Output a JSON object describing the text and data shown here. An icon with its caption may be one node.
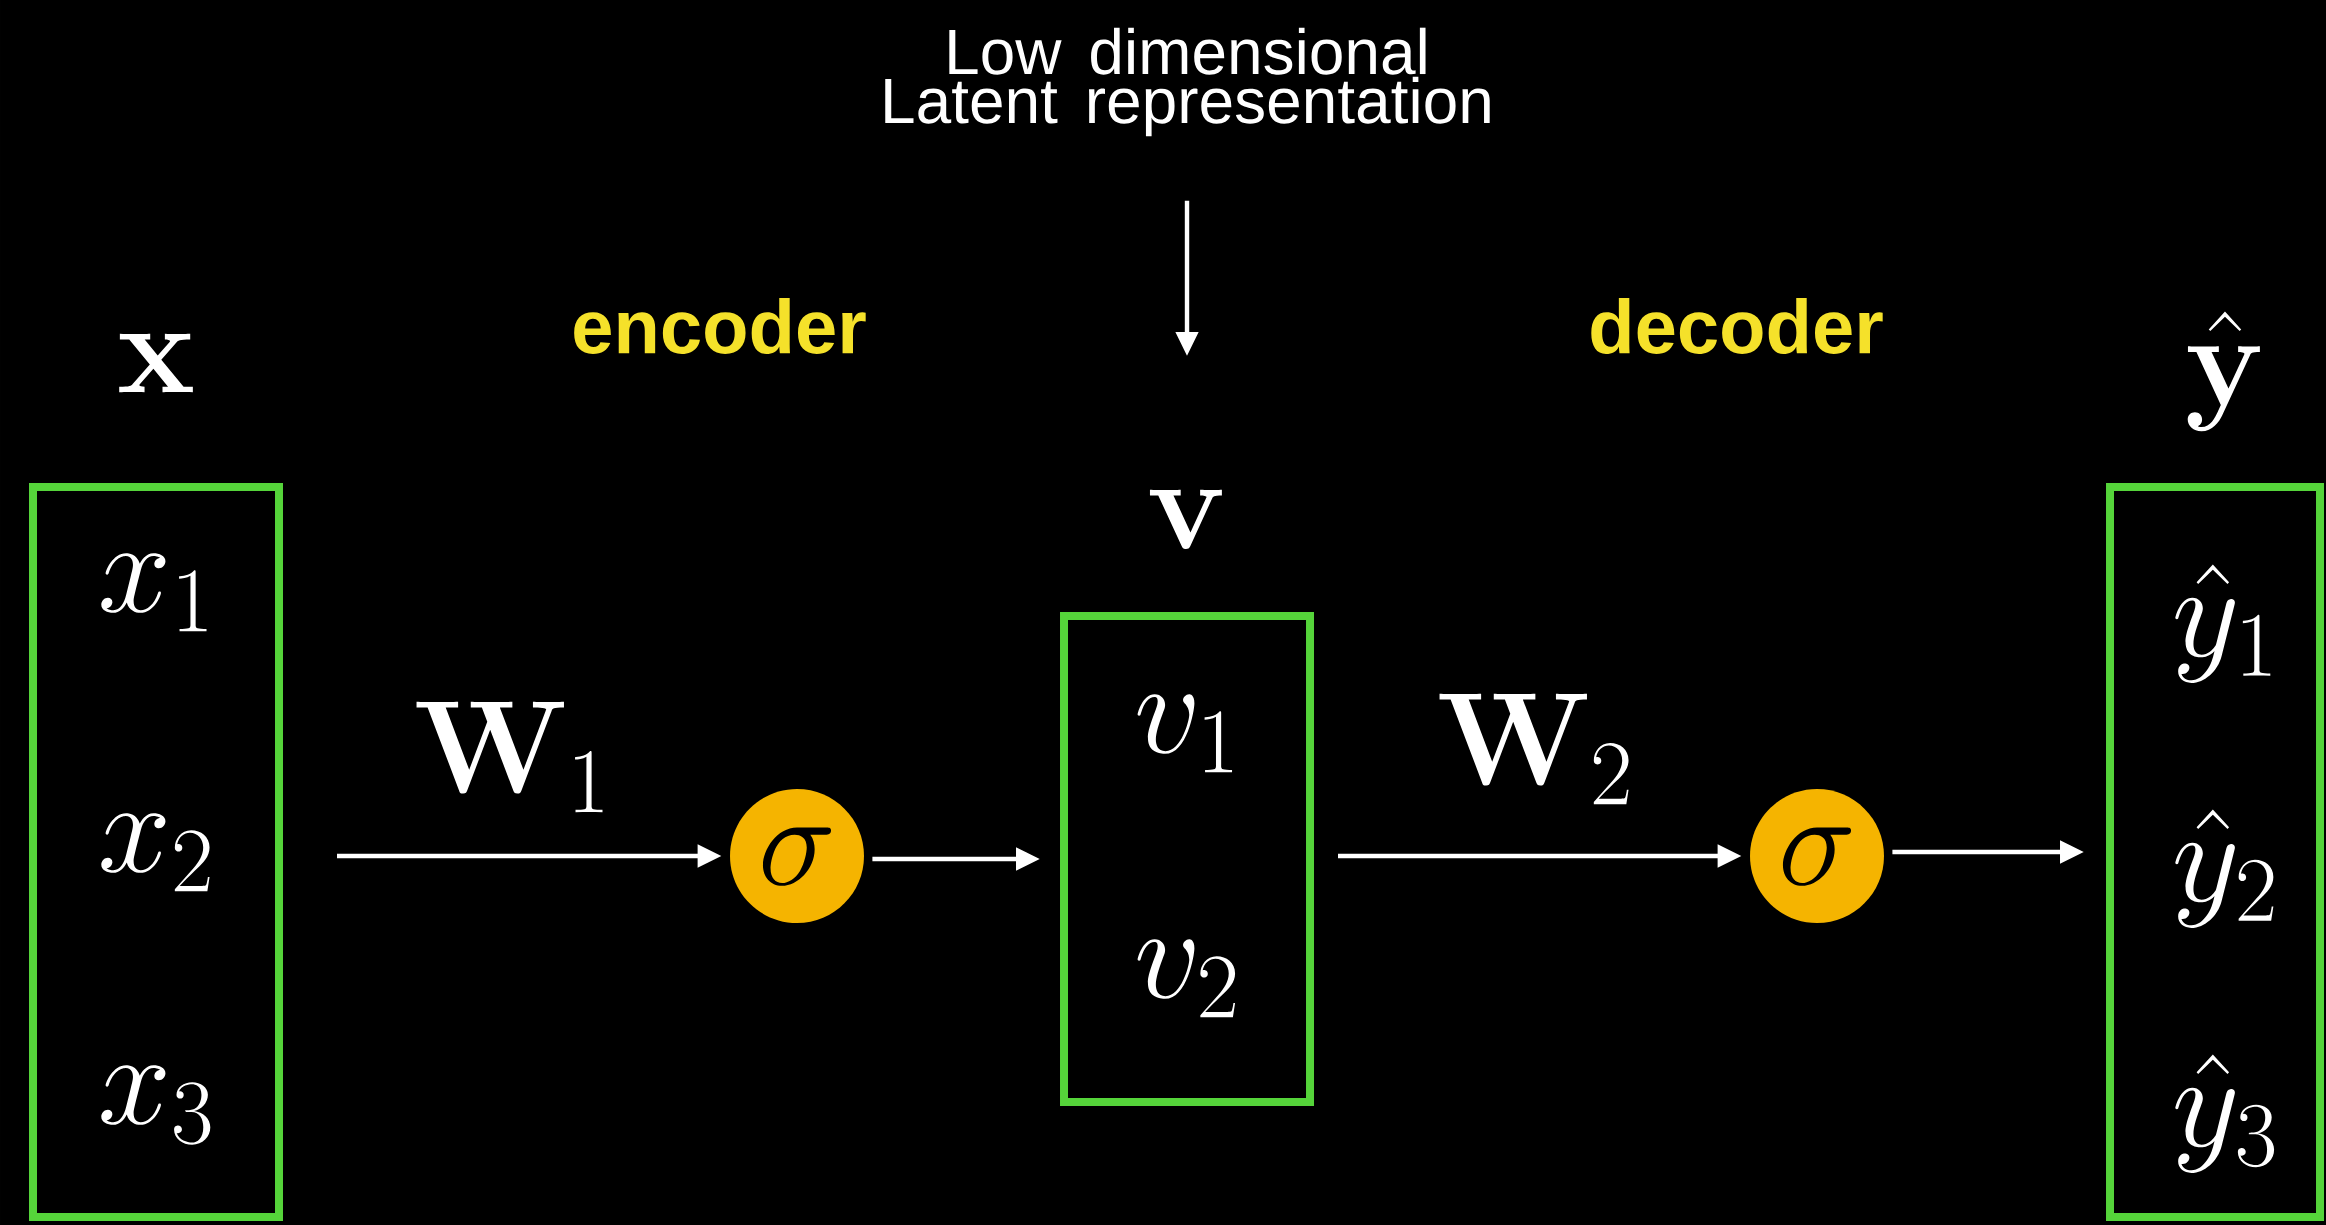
{
  "diagram": {
    "nodes": [
      {
        "text": [
          "\\mathbf{x}",
          "x_1",
          "x_2",
          "x_3"
        ]
      },
      {
        "text": [
          "\\sigma"
        ]
      },
      {
        "text": [
          "\\mathbf{v}",
          "v_1",
          "v_2"
        ]
      },
      {
        "text": [
          "\\sigma"
        ]
      },
      {
        "text": [
          "\\hat{\\mathbf{y}}",
          "\\hat{y}_1",
          "\\hat{y}_2",
          "\\hat{y}_3"
        ]
      },
      {
        "text": [
          "Low dimensional Latent representation"
        ]
      }
    ],
    "edges": [
      {
        "from": 0,
        "to": 1,
        "arrow": "to",
        "label": "\\mathbf{W}_1"
      },
      {
        "from": 1,
        "to": 2,
        "arrow": "to"
      },
      {
        "from": 2,
        "to": 3,
        "arrow": "to",
        "label": "\\mathbf{W}_2"
      },
      {
        "from": 3,
        "to": 4,
        "arrow": "to"
      },
      {
        "from": 5,
        "to": 2,
        "arrow": "to"
      }
    ],
    "labels": [
      "encoder",
      "decoder"
    ]
  }
}
